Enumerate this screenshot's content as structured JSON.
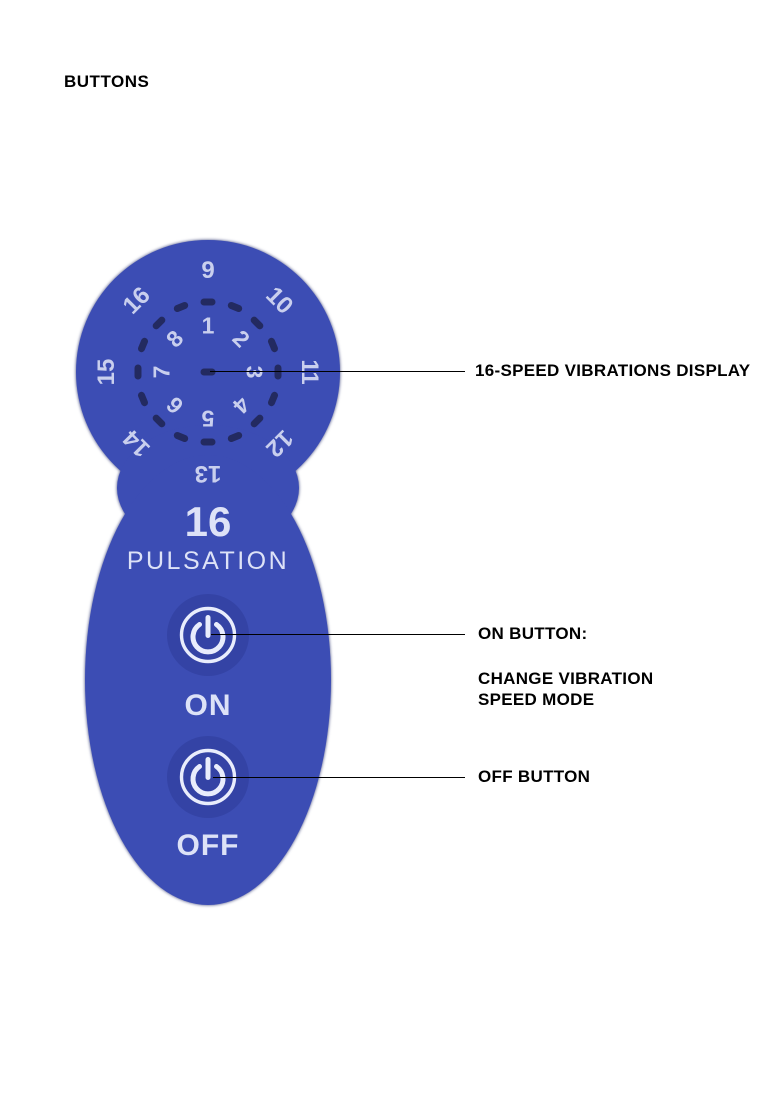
{
  "page": {
    "title": "BUTTONS"
  },
  "device": {
    "colors": {
      "body": "#3c4db4",
      "led": "#232a60",
      "dial_text": "#c9cfee",
      "device_text": "#dde2f7"
    },
    "dial": {
      "inner_numbers": [
        "1",
        "2",
        "3",
        "4",
        "5",
        "6",
        "7",
        "8"
      ],
      "outer_numbers": [
        "9",
        "10",
        "11",
        "12",
        "13",
        "14",
        "15",
        "16"
      ],
      "led_count": 16
    },
    "mode_number": "16",
    "mode_label": "PULSATION",
    "on_label": "ON",
    "off_label": "OFF"
  },
  "callouts": {
    "display": {
      "label": "16-SPEED VIBRATIONS DISPLAY"
    },
    "on": {
      "label": "ON BUTTON:",
      "description": "CHANGE VIBRATION\nSPEED MODE"
    },
    "off": {
      "label": "OFF BUTTON"
    }
  }
}
